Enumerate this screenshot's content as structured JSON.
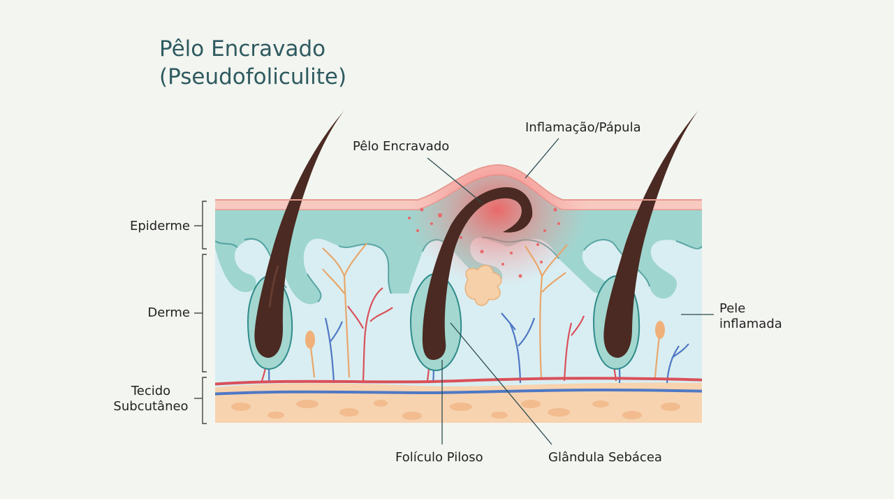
{
  "title": {
    "line1": "Pêlo Encravado",
    "line2": "(Pseudofoliculite)"
  },
  "labels": {
    "epiderme": "Epiderme",
    "derme": "Derme",
    "tecido_line1": "Tecido",
    "tecido_line2": "Subcutâneo",
    "pelo_encravado": "Pêlo Encravado",
    "inflamacao": "Inflamação/Pápula",
    "pele_line1": "Pele",
    "pele_line2": "inflamada",
    "foliculo": "Folículo Piloso",
    "glandula": "Glândula Sebácea"
  },
  "colors": {
    "background": "#f3f5f0",
    "epidermis_surface": "#f7c9c0",
    "epidermis": "#9fd5cf",
    "dermis": "#d9eef2",
    "subcutaneous": "#f7d3b0",
    "hair": "#4a2a22",
    "inflammation": "#f26a6a",
    "artery": "#d9505a",
    "vein": "#4f78c4",
    "nerve": "#e8a66a",
    "title": "#2e5a60"
  }
}
